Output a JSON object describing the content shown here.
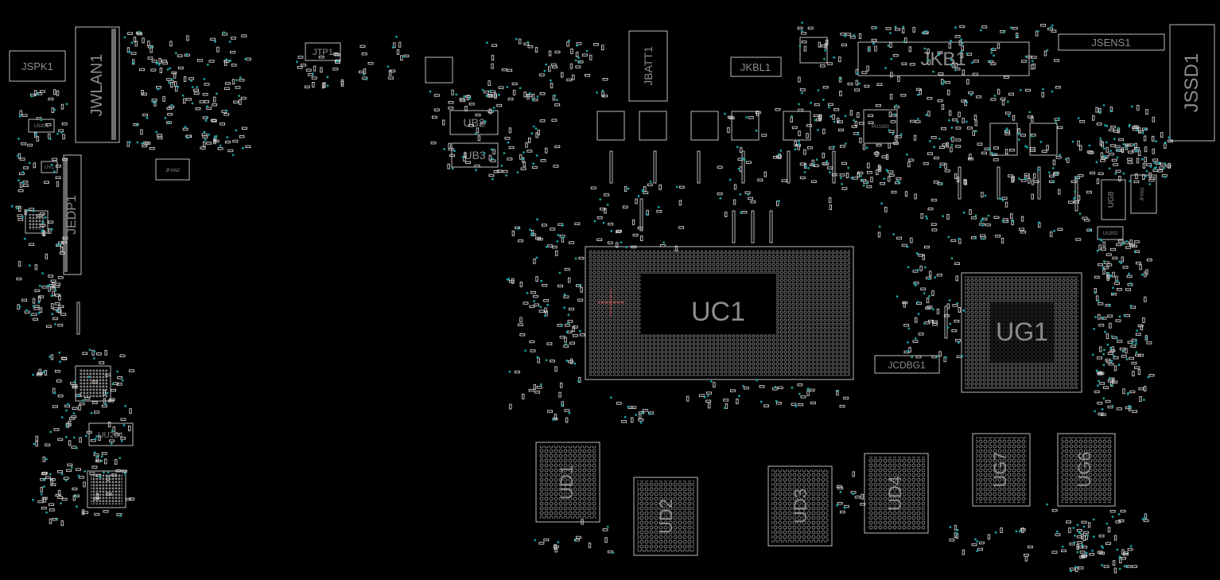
{
  "viewer": {
    "background": "#000000",
    "outline_color": "#bdbdbd",
    "label_color": "#8c8c8c",
    "via_color": "#1aa0a0",
    "pad_color": "#d8d8d8"
  },
  "components": {
    "JSPK1": "JSPK1",
    "JWLAN1": "JWLAN1",
    "JTP1": "JTP1",
    "JFAN2": "JFAN2",
    "JEDP1": "JEDP1",
    "US301": "US301",
    "UV1": "UV1",
    "UU204": "UU204",
    "UB2": "UB2",
    "UB3": "UB3",
    "JBATT1": "JBATT1",
    "JKBL1": "JKBL1",
    "JKB1": "JKB1",
    "JSENS1": "JSENS1",
    "JSSD1": "JSSD1",
    "UC1": "UC1",
    "JCDBG1": "JCDBG1",
    "UG1": "UG1",
    "UG8": "UG8",
    "JFAN1": "JFAN1",
    "UU302": "UU302",
    "UD1": "UD1",
    "UD2": "UD2",
    "UD3": "UD3",
    "UD4": "UD4",
    "UG7": "UG7",
    "UG6": "UG6",
    "PU1000": "PU1000"
  }
}
